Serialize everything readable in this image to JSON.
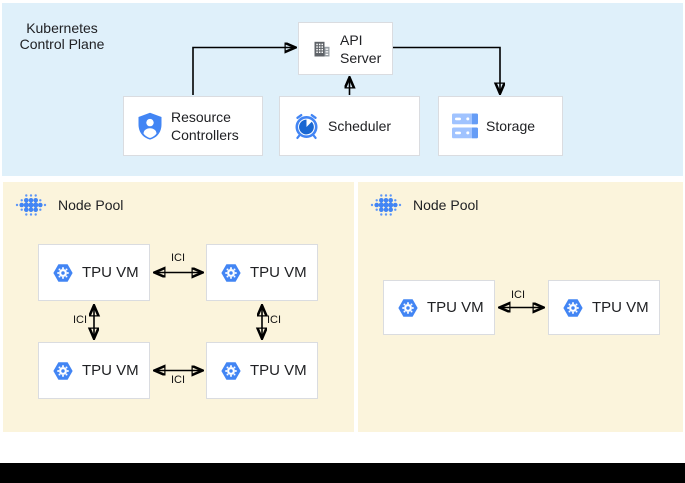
{
  "control_plane": {
    "label": "Kubernetes Control Plane",
    "boxes": {
      "api_server": {
        "label": "API Server",
        "icon": "building-icon"
      },
      "resource_controllers": {
        "label": "Resource Controllers",
        "icon": "shield-user-icon"
      },
      "scheduler": {
        "label": "Scheduler",
        "icon": "alarm-clock-icon"
      },
      "storage": {
        "label": "Storage",
        "icon": "storage-disks-icon"
      }
    }
  },
  "node_pools": [
    {
      "label": "Node Pool",
      "icon": "node-pool-dots-icon",
      "vms": [
        "TPU VM",
        "TPU VM",
        "TPU VM",
        "TPU VM"
      ]
    },
    {
      "label": "Node Pool",
      "icon": "node-pool-dots-icon",
      "vms": [
        "TPU VM",
        "TPU VM"
      ]
    }
  ],
  "labels": {
    "ici": "ICI"
  },
  "icons": {
    "api_server": "building-icon",
    "resource_controllers": "shield-user-icon",
    "scheduler": "alarm-clock-icon",
    "storage": "storage-disks-icon",
    "node_pool": "node-pool-dots-icon",
    "tpu_vm": "tpu-hexagon-gear-icon"
  },
  "colors": {
    "control_plane_bg": "#DFF0FA",
    "node_pool_bg": "#FBF4DC",
    "accent_blue": "#4285F4",
    "dark_blue": "#1967D2",
    "light_blue": "#A0C3FF",
    "box_border": "#DADCE0",
    "icon_gray": "#5F6368",
    "arrow": "#000000",
    "text": "#202124",
    "bottom_bar": "#000000"
  }
}
